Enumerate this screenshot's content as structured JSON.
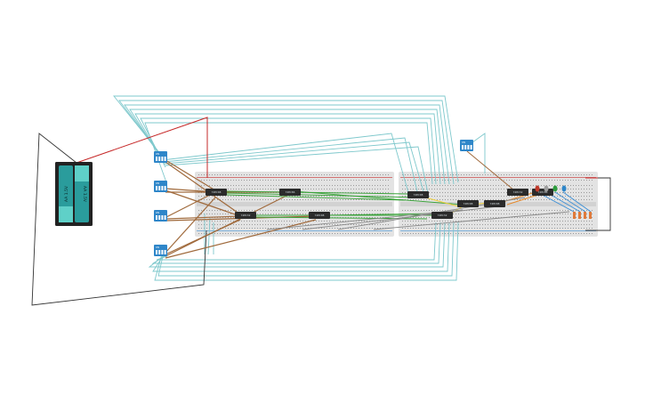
{
  "battery": {
    "cell_1_label": "AA 1.5V",
    "cell_2_label": "AA 1.5V"
  },
  "chips": [
    {
      "id": "chip-1",
      "label": "74HC08"
    },
    {
      "id": "chip-2",
      "label": "74HC32"
    },
    {
      "id": "chip-3",
      "label": "74HC86"
    },
    {
      "id": "chip-4",
      "label": "74HC08"
    },
    {
      "id": "chip-5",
      "label": "74HC08"
    },
    {
      "id": "chip-6",
      "label": "74HC32"
    },
    {
      "id": "chip-7",
      "label": "74HC08"
    },
    {
      "id": "chip-8",
      "label": "74HC08"
    },
    {
      "id": "chip-9",
      "label": "74HC32"
    },
    {
      "id": "chip-10",
      "label": "74HC86"
    }
  ],
  "dip_switch_label": "ON",
  "colors": {
    "breadboard": "#e3e3e3",
    "wire_power": "#c62828",
    "wire_ground": "#333333",
    "wire_signal": "#7ec8cc",
    "wire_brown": "#a06a3c",
    "wire_green": "#3aa33a",
    "wire_yellow": "#f2d13a",
    "wire_gray": "#8a8a8a",
    "wire_blue": "#3b8fd6",
    "switch_blue": "#2e86c9",
    "battery_body": "#2a9c9c"
  },
  "leds": [
    {
      "color": "#c0392b"
    },
    {
      "color": "#9e9e9e"
    },
    {
      "color": "#2e9e3e"
    },
    {
      "color": "#2e86c9"
    }
  ]
}
